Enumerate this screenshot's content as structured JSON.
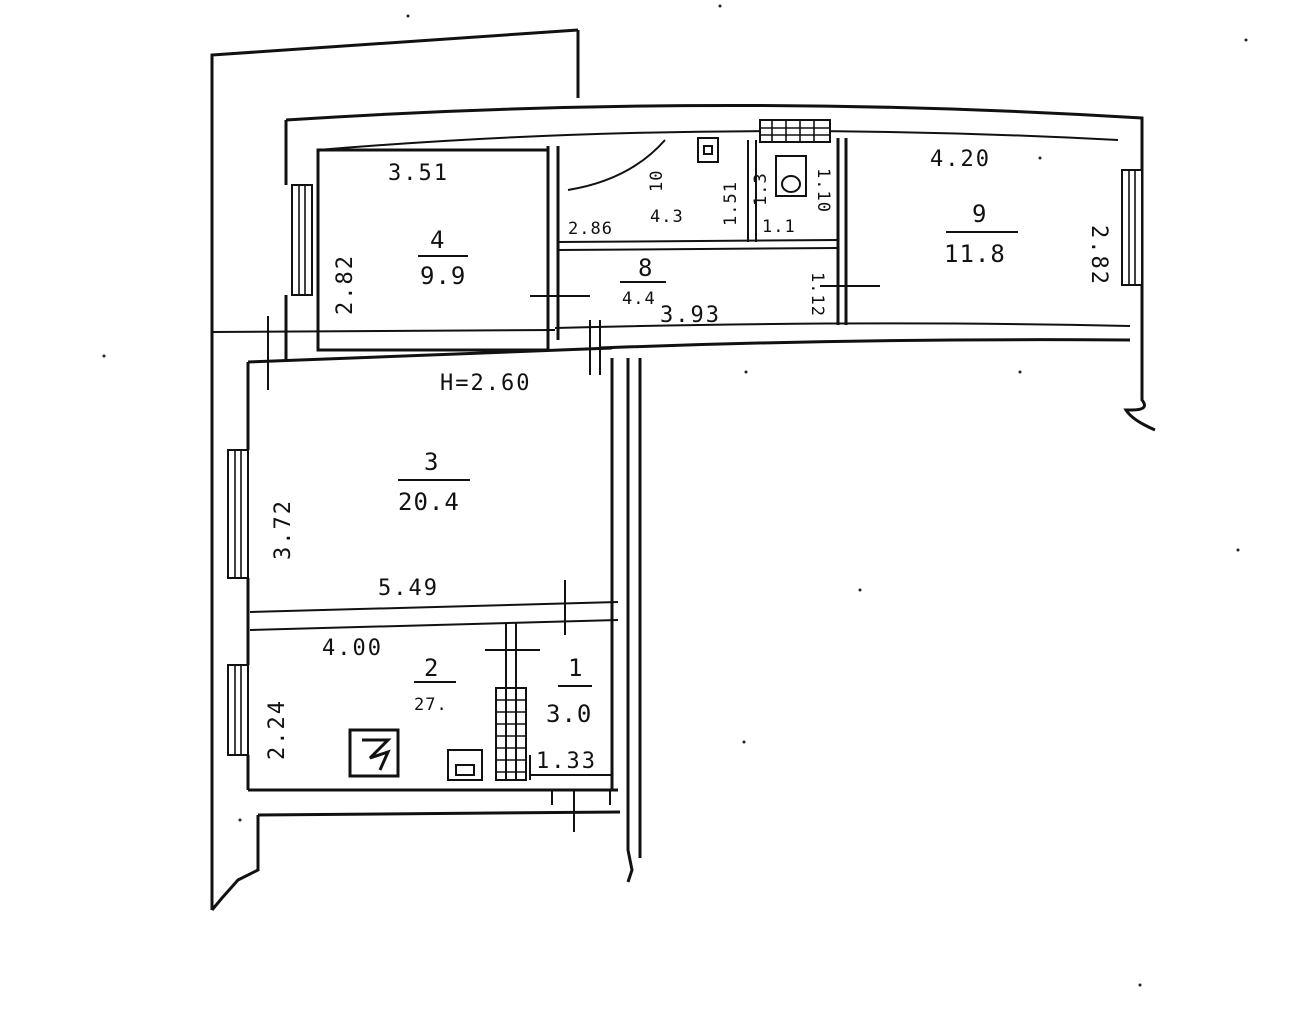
{
  "plan": {
    "ceiling_height": "H=2.60",
    "rooms": [
      {
        "number": "1",
        "area": "3.0"
      },
      {
        "number": "2",
        "area": "27."
      },
      {
        "number": "3",
        "area": "20.4"
      },
      {
        "number": "4",
        "area": "9.9"
      },
      {
        "number": "8",
        "area": "4.4"
      },
      {
        "number": "9",
        "area": "11.8"
      }
    ],
    "bath": {
      "number": "10",
      "area": "4.3"
    },
    "wc": {
      "number": "1.3",
      "area": "1.1"
    },
    "dimensions": {
      "room4_width": "3.51",
      "room4_depth": "2.82",
      "room9_width": "4.20",
      "room9_depth": "2.82",
      "bath_width": "2.86",
      "bath_depth": "1.51",
      "wc_depth": "1.10",
      "hall_width": "3.93",
      "hall_depth": "1.12",
      "room3_width": "5.49",
      "room3_depth": "3.72",
      "room2_width": "4.00",
      "room2_depth": "2.24",
      "room1_width": "1.33"
    }
  }
}
